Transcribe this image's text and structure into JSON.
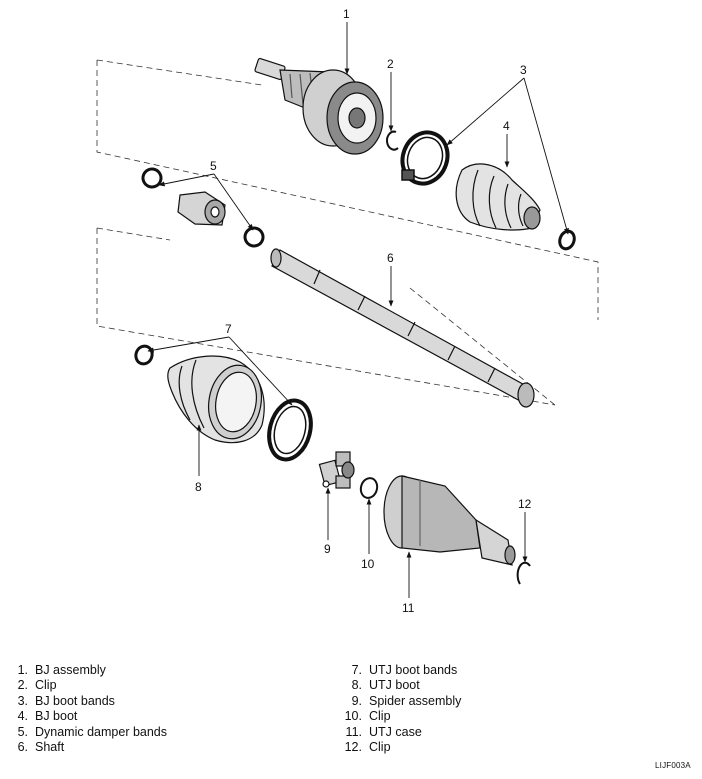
{
  "callouts": [
    "1",
    "2",
    "3",
    "4",
    "5",
    "6",
    "7",
    "8",
    "9",
    "10",
    "11",
    "12"
  ],
  "legend": {
    "left": [
      {
        "num": "1.",
        "label": "BJ assembly"
      },
      {
        "num": "2.",
        "label": "Clip"
      },
      {
        "num": "3.",
        "label": "BJ boot bands"
      },
      {
        "num": "4.",
        "label": "BJ boot"
      },
      {
        "num": "5.",
        "label": "Dynamic damper bands"
      },
      {
        "num": "6.",
        "label": "Shaft"
      }
    ],
    "right": [
      {
        "num": "7.",
        "label": "UTJ boot bands"
      },
      {
        "num": "8.",
        "label": "UTJ boot"
      },
      {
        "num": "9.",
        "label": "Spider assembly"
      },
      {
        "num": "10.",
        "label": "Clip"
      },
      {
        "num": "11.",
        "label": "UTJ case"
      },
      {
        "num": "12.",
        "label": "Clip"
      }
    ]
  },
  "figure_code": "LIJF003A"
}
